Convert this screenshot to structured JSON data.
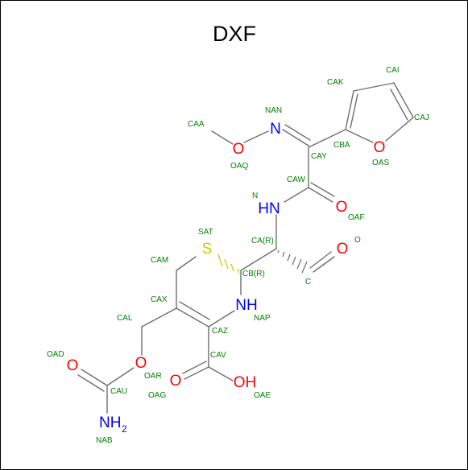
{
  "title": "DXF",
  "colors": {
    "bond": "#6e6e6e",
    "oxygen": "#ff0000",
    "nitrogen": "#0000ff",
    "sulfur": "#cccc00",
    "atom_label": "#008000",
    "title": "#000000"
  },
  "element_symbols": {
    "o_methoxy": "O",
    "n_oxime": "N",
    "o_furan": "O",
    "o_amide": "O",
    "nh_amide": "HN",
    "o_aldehyde": "O",
    "s_ring": "S",
    "nh_ring": "NH",
    "o_carbamate_ester": "O",
    "o_carbamate": "O",
    "o_acid": "O",
    "oh_acid": "OH",
    "nh2": "NH",
    "nh2_sub": "2"
  },
  "atom_labels": {
    "CAA": "CAA",
    "NAN": "NAN",
    "OAQ": "OAQ",
    "CAK": "CAK",
    "CAI": "CAI",
    "CAJ": "CAJ",
    "CBA": "CBA",
    "CAY": "CAY",
    "OAS": "OAS",
    "CAW": "CAW",
    "N": "N",
    "OAF": "OAF",
    "SAT": "SAT",
    "CA": "CA(R)",
    "O": "O",
    "CAM": "CAM",
    "CB": "CB(R)",
    "C": "C",
    "CAX": "CAX",
    "NAP": "NAP",
    "CAL": "CAL",
    "CAZ": "CAZ",
    "OAD": "OAD",
    "CAV": "CAV",
    "OAR": "OAR",
    "CAU": "CAU",
    "OAG": "OAG",
    "OAE": "OAE",
    "NAB": "NAB"
  }
}
